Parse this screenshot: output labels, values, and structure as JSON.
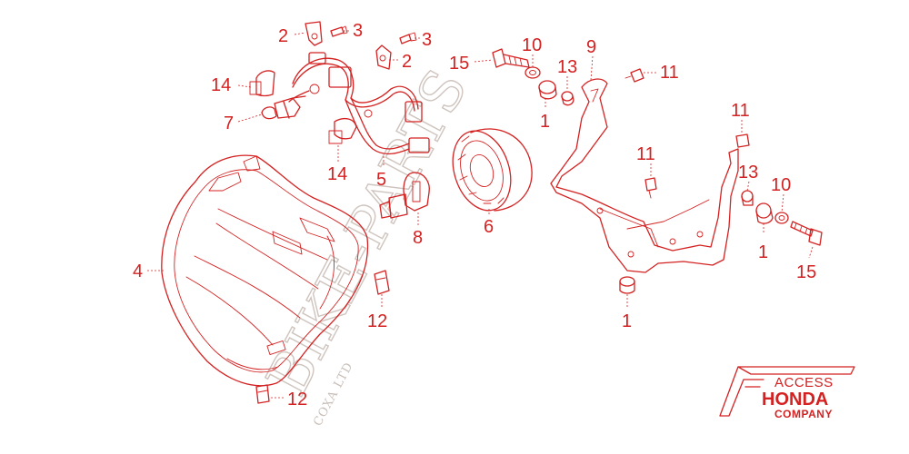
{
  "colors": {
    "line": "#d42222",
    "watermark": "#cfc4be",
    "background": "#ffffff"
  },
  "callouts": [
    {
      "id": "c1",
      "text": "2"
    },
    {
      "id": "c2",
      "text": "3"
    },
    {
      "id": "c3",
      "text": "3"
    },
    {
      "id": "c4",
      "text": "2"
    },
    {
      "id": "c5",
      "text": "14"
    },
    {
      "id": "c6",
      "text": "7"
    },
    {
      "id": "c7",
      "text": "14"
    },
    {
      "id": "c8",
      "text": "5"
    },
    {
      "id": "c9",
      "text": "4"
    },
    {
      "id": "c10",
      "text": "8"
    },
    {
      "id": "c11",
      "text": "6"
    },
    {
      "id": "c12",
      "text": "12"
    },
    {
      "id": "c13",
      "text": "12"
    },
    {
      "id": "c14",
      "text": "15"
    },
    {
      "id": "c15",
      "text": "10"
    },
    {
      "id": "c16",
      "text": "9"
    },
    {
      "id": "c17",
      "text": "13"
    },
    {
      "id": "c18",
      "text": "1"
    },
    {
      "id": "c19",
      "text": "11"
    },
    {
      "id": "c20",
      "text": "11"
    },
    {
      "id": "c21",
      "text": "11"
    },
    {
      "id": "c22",
      "text": "13"
    },
    {
      "id": "c23",
      "text": "10"
    },
    {
      "id": "c24",
      "text": "1"
    },
    {
      "id": "c25",
      "text": "15"
    },
    {
      "id": "c26",
      "text": "1"
    }
  ],
  "watermark": {
    "main": "BIKE-PARTS",
    "sub": "COXA LTD"
  },
  "brand": {
    "line1": "ACCESS",
    "line2": "HONDA",
    "line3": "COMPANY"
  }
}
